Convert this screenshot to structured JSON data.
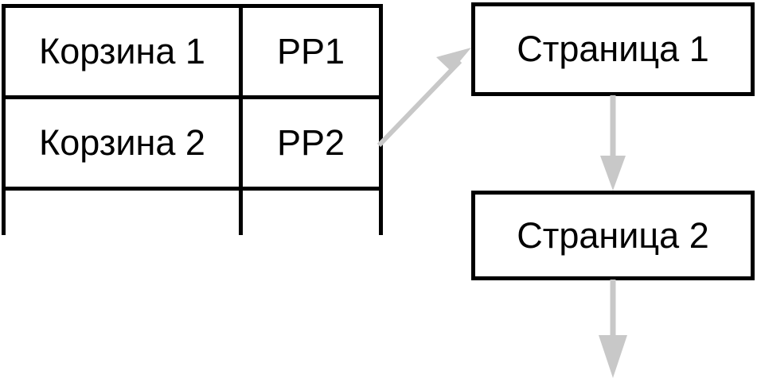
{
  "diagram": {
    "title": "Basket to Page flow diagram",
    "background_color": "#FFFFFF",
    "stroke_color": "#000000",
    "arrow_color": "#C8C8C8",
    "table": {
      "columns": [
        "basket",
        "pp"
      ],
      "rows": [
        {
          "basket": "Корзина 1",
          "pp": "PP1"
        },
        {
          "basket": "Корзина 2",
          "pp": "PP2"
        },
        {
          "basket": "",
          "pp": ""
        }
      ]
    },
    "nodes": [
      {
        "id": "page1",
        "label": "Страница 1"
      },
      {
        "id": "page2",
        "label": "Страница 2"
      }
    ],
    "arrows": [
      {
        "id": "pp2-to-page1",
        "from": "PP2",
        "to": "Страница 1",
        "style": "diagonal-up-right"
      },
      {
        "id": "page1-to-page2",
        "from": "Страница 1",
        "to": "Страница 2",
        "style": "vertical-down"
      },
      {
        "id": "page2-to-offscreen",
        "from": "Страница 2",
        "to": "",
        "style": "vertical-down-open"
      }
    ]
  }
}
